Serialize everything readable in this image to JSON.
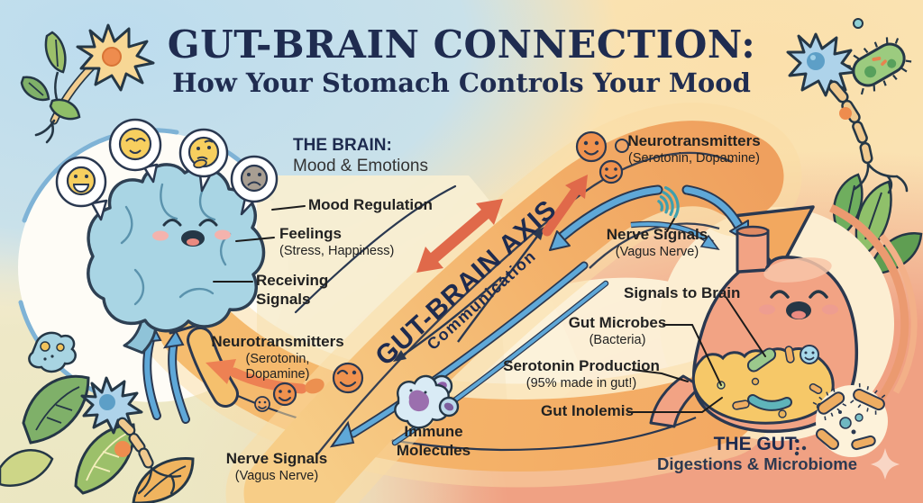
{
  "title": {
    "line1": "GUT-BRAIN CONNECTION:",
    "line2": "How Your Stomach Controls Your Mood"
  },
  "brain_section": {
    "heading": "THE BRAIN:",
    "subheading": "Mood & Emotions",
    "mood_regulation": "Mood Regulation",
    "feelings": "Feelings",
    "feelings_sub": "(Stress, Happiness)",
    "receiving_line1": "Receiving",
    "receiving_line2": "Signals"
  },
  "axis": {
    "label": "GUT-BRAIN AXIS",
    "sublabel": "Communication"
  },
  "top_flow": {
    "neurotransmitters": "Neurotransmitters",
    "neurotransmitters_sub": "(Serotonin, Dopamine)",
    "nerve_signals": "Nerve Signals",
    "nerve_signals_sub": "(Vagus Nerve)"
  },
  "gut_section": {
    "heading": "THE GUT:",
    "subheading": "Digestions & Microbiome",
    "signals_to_brain": "Signals to Brain",
    "gut_microbes": "Gut Microbes",
    "gut_microbes_sub": "(Bacteria)",
    "serotonin_production": "Serotonin Production",
    "serotonin_production_sub": "(95% made in gut!)",
    "gut_inolemis": "Gut Inolemis"
  },
  "bottom_flow": {
    "neurotransmitters": "Neurotransmitters",
    "neurotransmitters_sub1": "(Serotonin,",
    "neurotransmitters_sub2": "Dopamine)",
    "nerve_signals": "Nerve Signals",
    "nerve_signals_sub": "(Vagus Nerve)",
    "immune_line1": "Immune",
    "immune_line2": "Molecules"
  },
  "colors": {
    "navy": "#1f2c50",
    "band_orange": "#f2b46b",
    "arrow_orange": "#e0694a",
    "arrow_blue": "#5fa8d8",
    "salmon_bg": "#f0a183",
    "cream": "#f8eed2",
    "brain_blue": "#a9d5e4",
    "stomach_salmon": "#f2a384",
    "gut_window_yellow": "#f6c868",
    "signal_teal": "#3f9fae"
  }
}
